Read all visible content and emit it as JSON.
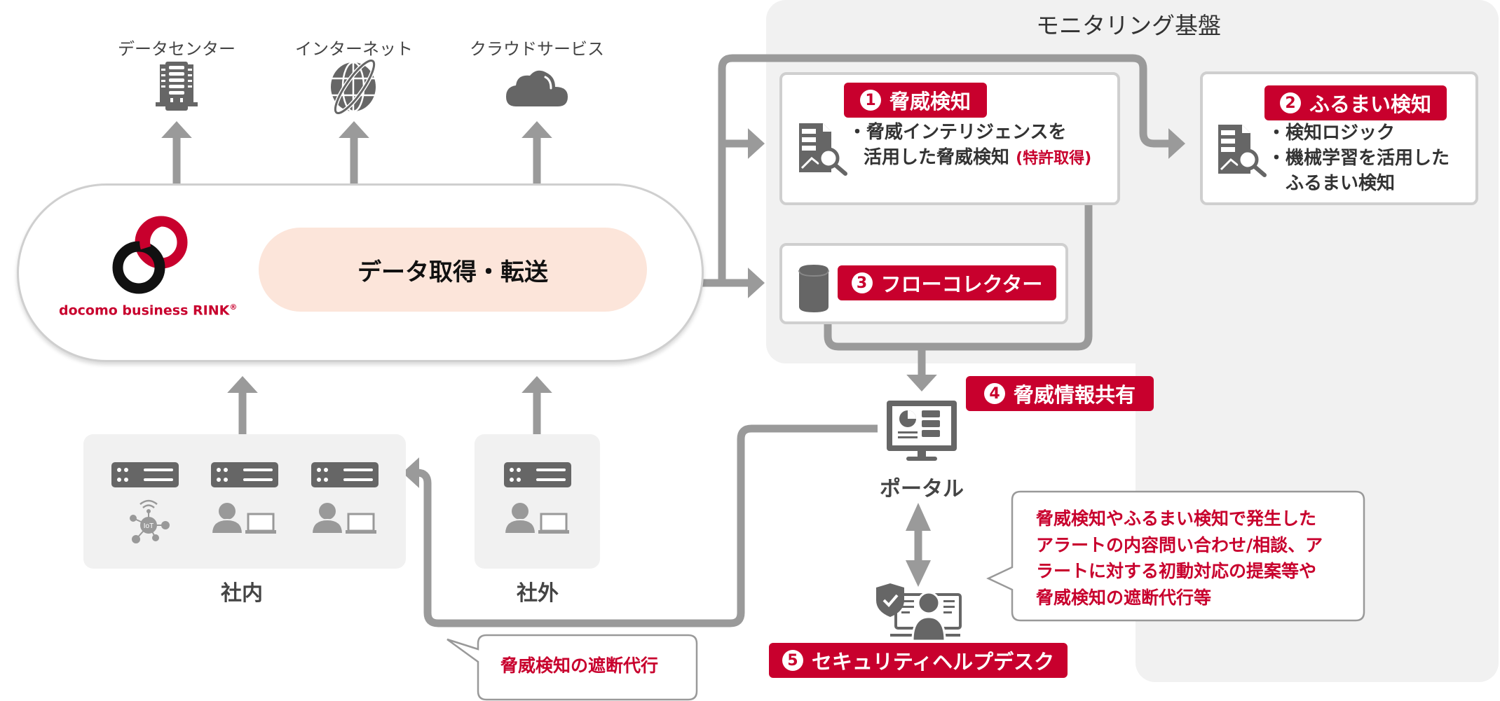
{
  "destinations": [
    {
      "label": "データセンター",
      "icon": "building-icon"
    },
    {
      "label": "インターネット",
      "icon": "globe-icon"
    },
    {
      "label": "クラウドサービス",
      "icon": "cloud-icon"
    }
  ],
  "gateway": {
    "brand": "docomo business RINK",
    "brand_mark": "®",
    "process_label": "データ取得・転送"
  },
  "monitoring": {
    "title": "モニタリング基盤",
    "threat_detection": {
      "number": "1",
      "badge": "脅威検知",
      "lines": [
        "・脅威インテリジェンスを",
        "活用した脅威検知"
      ],
      "patent": "(特許取得)"
    },
    "behavior_detection": {
      "number": "2",
      "badge": "ふるまい検知",
      "lines": [
        "・検知ロジック",
        "・機械学習を活用した",
        "ふるまい検知"
      ]
    },
    "flow_collector": {
      "number": "3",
      "badge": "フローコレクター"
    }
  },
  "portal": {
    "number": "4",
    "badge": "脅威情報共有",
    "label": "ポータル"
  },
  "helpdesk": {
    "number": "5",
    "badge": "セキュリティヘルプデスク",
    "callout_lines": [
      "脅威検知やふるまい検知で発生した",
      "アラートの内容問い合わせ/相談、ア",
      "ラートに対する初動対応の提案等や",
      "脅威検知の遮断代行等"
    ]
  },
  "block_callout": "脅威検知の遮断代行",
  "sources": {
    "internal": {
      "label": "社内",
      "iot_text": "IoT"
    },
    "external": {
      "label": "社外"
    }
  },
  "colors": {
    "accent": "#c8002d",
    "arrow": "#9a9a9a",
    "icon": "#666666",
    "panel": "#f1f1f1",
    "process_fill": "#fce5da"
  }
}
